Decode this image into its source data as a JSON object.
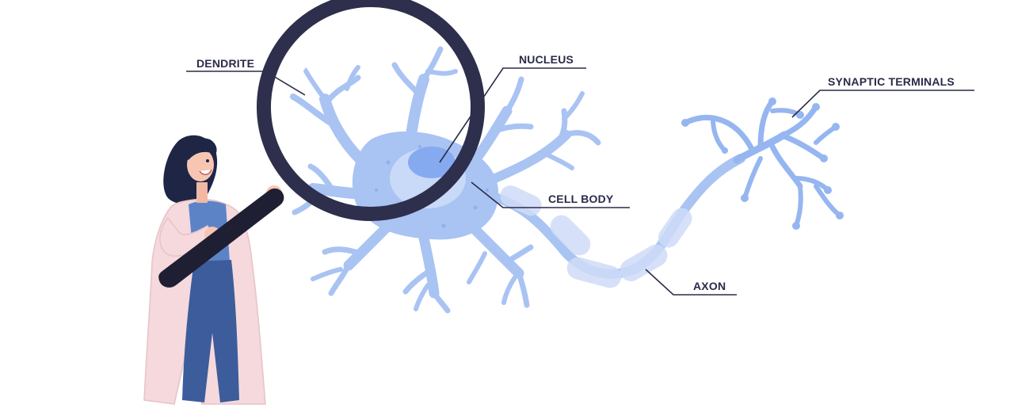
{
  "diagram": {
    "labels": {
      "dendrite": "DENDRITE",
      "nucleus": "NUCLEUS",
      "cell_body": "CELL BODY",
      "axon": "AXON",
      "synaptic_terminals": "SYNAPTIC TERMINALS"
    },
    "colors": {
      "neuron": "#a9c3f3",
      "nucleus": "#86aaf0",
      "myelin": "#cfdcf8",
      "magnifier_rim": "#2e2e4d",
      "label_text": "#2a2b48",
      "coat": "#f5d9dc",
      "scrubs": "#3d5c9b",
      "hair": "#1f2545"
    },
    "figure": {
      "icons": [
        "scientist-illustration",
        "magnifying-glass-icon",
        "neuron-illustration"
      ]
    }
  }
}
